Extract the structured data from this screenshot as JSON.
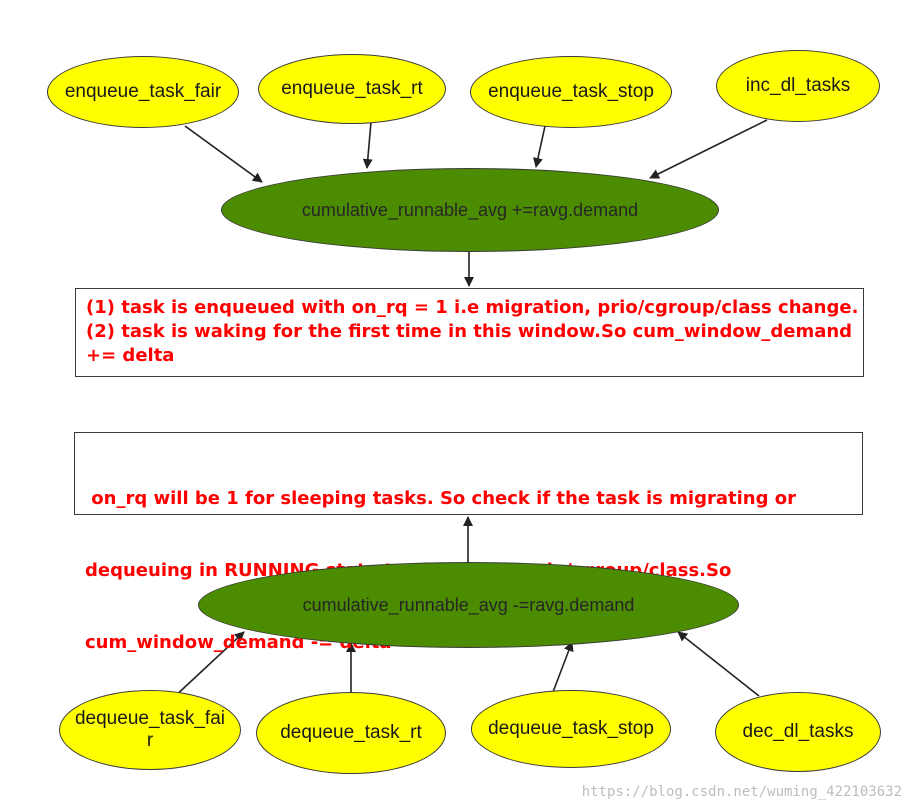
{
  "top_sources": [
    "enqueue_task_fair",
    "enqueue_task_rt",
    "enqueue_task_stop",
    "inc_dl_tasks"
  ],
  "top_center": "cumulative_runnable_avg +=ravg.demand",
  "top_note": [
    "(1) task is enqueued with on_rq = 1 i.e migration, prio/cgroup/class change.",
    "(2) task is waking for the first time in this window.So cum_window_demand",
    "+= delta"
  ],
  "bottom_note": [
    " on_rq will be 1 for sleeping tasks. So check if the task is migrating or",
    "dequeuing in RUNNING state to change theprio/cgroup/class.So",
    "cum_window_demand -= delta"
  ],
  "bottom_center": "cumulative_runnable_avg -=ravg.demand",
  "bottom_sources": {
    "fair_line1": "dequeue_task_fai",
    "fair_line2": "r",
    "rt": "dequeue_task_rt",
    "stop": "dequeue_task_stop",
    "dl": "dec_dl_tasks"
  },
  "watermark": "https://blog.csdn.net/wuming_422103632",
  "colors": {
    "node_yellow": "#ffff00",
    "node_green": "#4c8c00",
    "note_text": "#ff0000"
  }
}
